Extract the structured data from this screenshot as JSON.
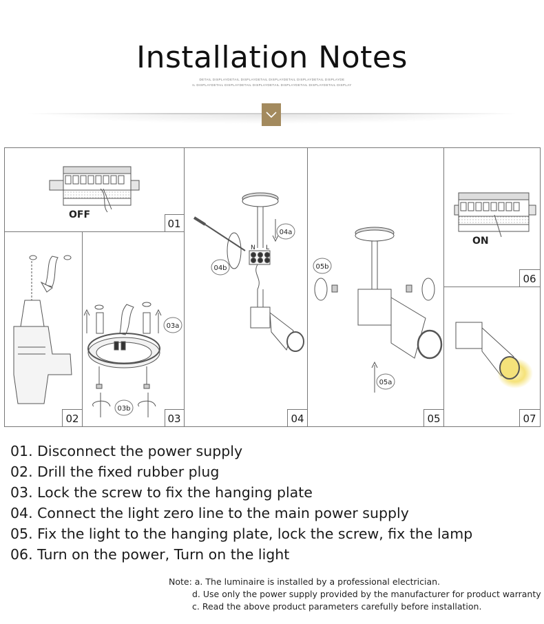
{
  "header": {
    "title": "Installation Notes",
    "subline_1": "DETAIL DISPLAYDETAIL DISPLAYDETAIL DISPLAYDETAIL DISPLAYDETAIL DISPLAYDE",
    "subline_2": "IL DISPLAYDETAIL DISPLAYDETAIL DISPLAYDETAIL DISPLAYDETAIL DISPLAYDETAIL DISPLAY"
  },
  "diagram": {
    "panel_labels": [
      "01",
      "02",
      "03",
      "04",
      "05",
      "06",
      "07"
    ],
    "callouts": [
      "04a",
      "04b",
      "03a",
      "03b",
      "05a",
      "05b"
    ],
    "switch_off": "OFF",
    "switch_on": "ON",
    "terminal_labels": [
      "N",
      "L"
    ],
    "accent_color": "#a38a5e",
    "light_color": "#f5e27a"
  },
  "steps": [
    "01. Disconnect the power supply",
    "02. Drill the fixed rubber plug",
    "03. Lock the screw to fix the hanging plate",
    "04. Connect the light zero line to the main power supply",
    "05. Fix the light to the hanging plate, lock the screw, fix the lamp",
    "06. Turn on the power, Turn on the light"
  ],
  "notes": {
    "a": "Note: a. The luminaire is installed by a professional electrician.",
    "d": "d. Use only the power supply provided by the manufacturer for product warranty",
    "c": "c. Read the above product parameters carefully before installation."
  }
}
